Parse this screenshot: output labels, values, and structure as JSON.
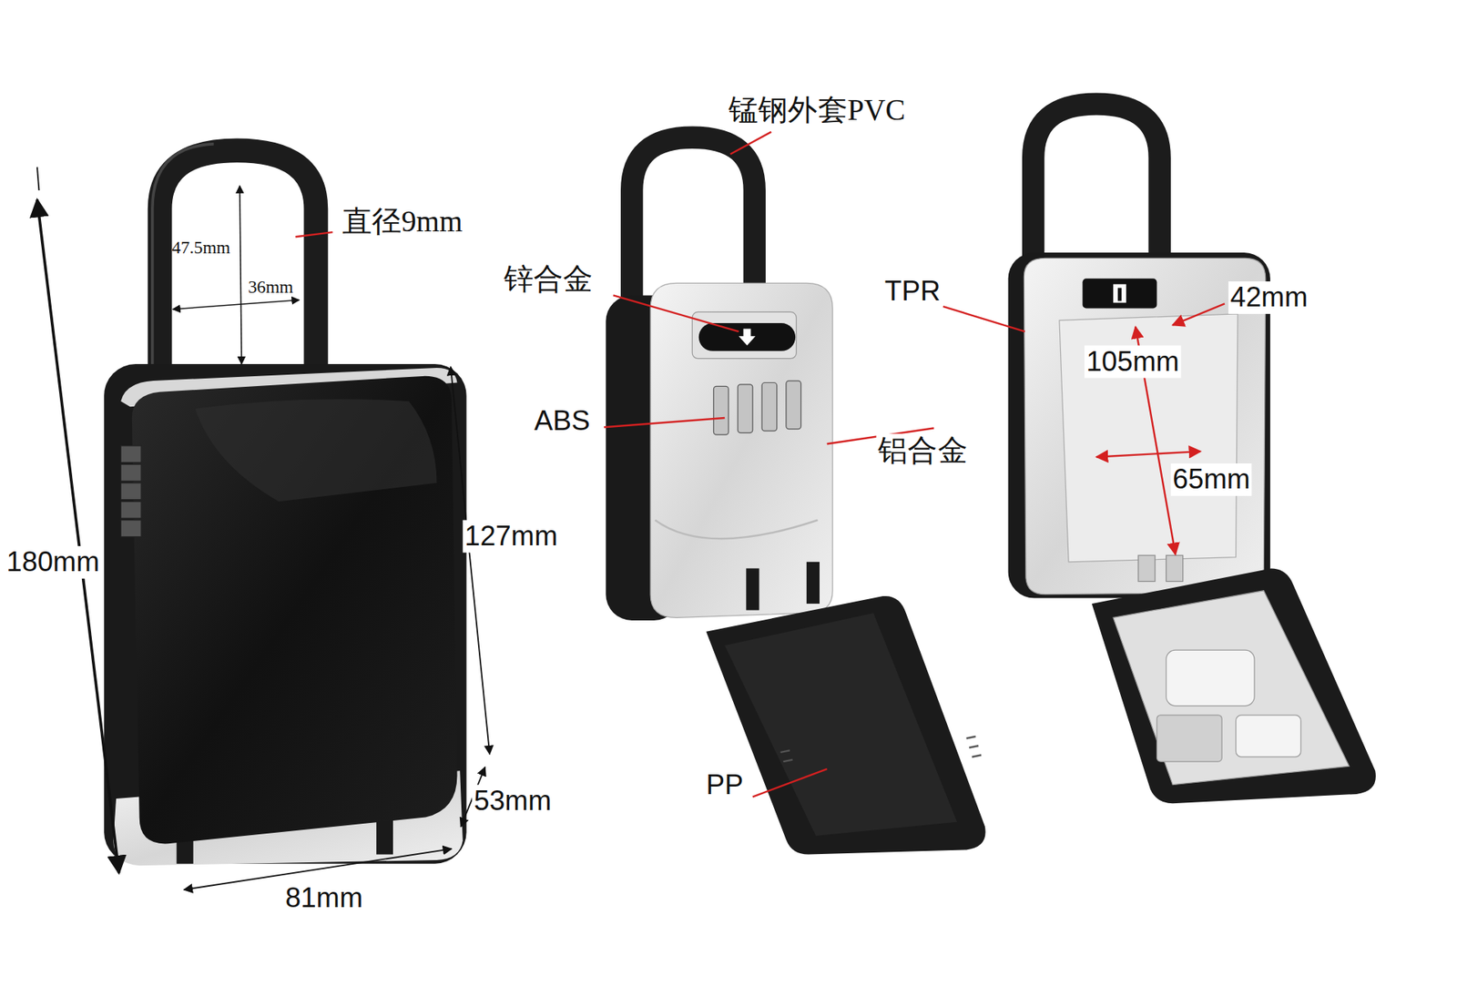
{
  "diagram": {
    "labels": [
      "锰钢外套PVC",
      "直径9mm",
      "47.5mm",
      "36mm",
      "锌合金",
      "TPR",
      "42mm",
      "105mm",
      "ABS",
      "铝合金",
      "65mm",
      "180mm",
      "127mm",
      "PP",
      "53mm",
      "81mm"
    ]
  }
}
